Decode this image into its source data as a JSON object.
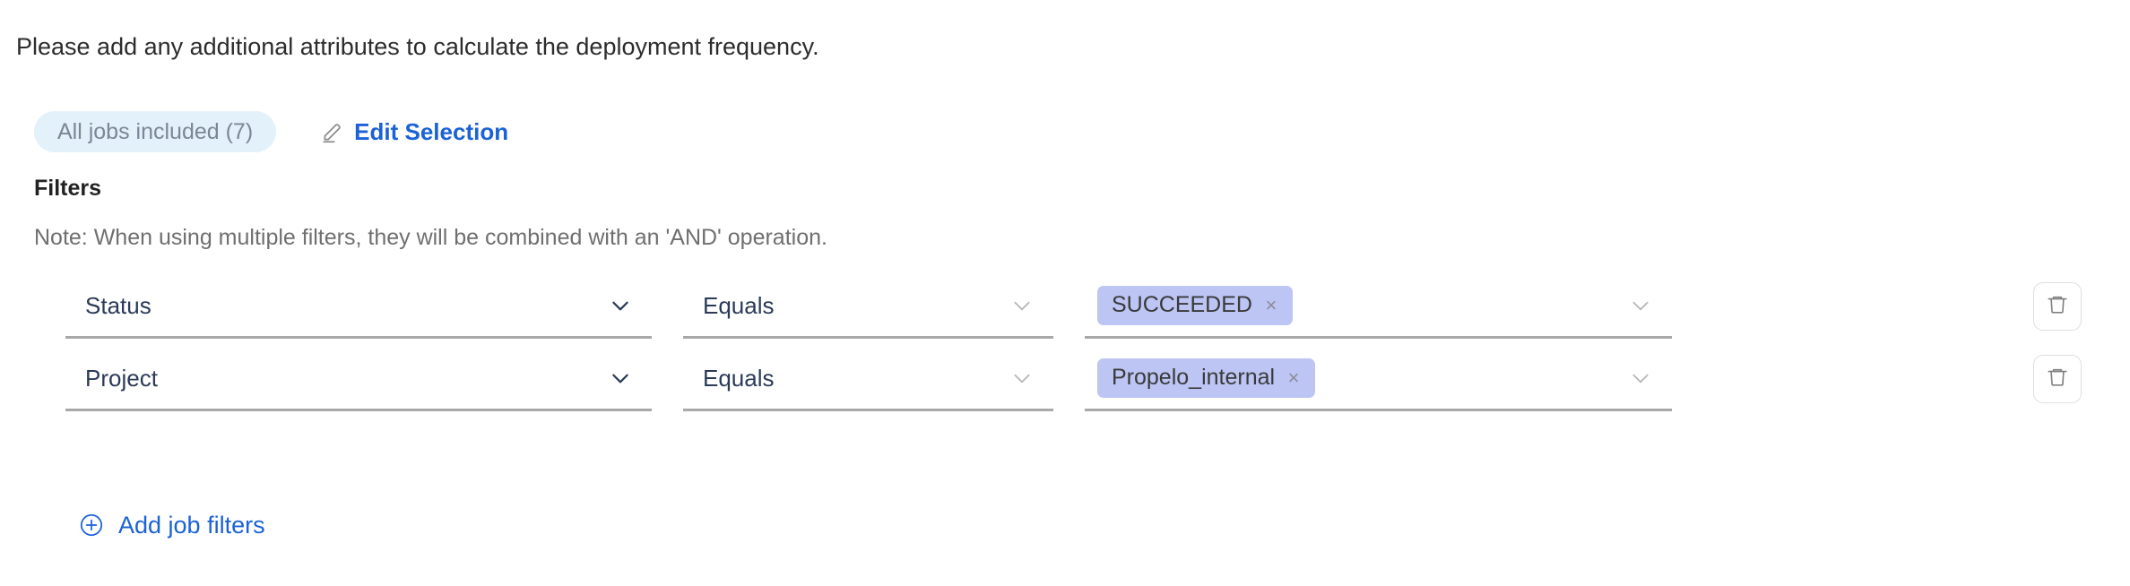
{
  "intro": {
    "text": "Please add any additional attributes to calculate the deployment frequency."
  },
  "selection": {
    "jobs_chip_label": "All jobs included (7)",
    "edit_label": "Edit Selection",
    "pencil_icon": "pencil-icon"
  },
  "filters": {
    "title": "Filters",
    "note": "Note: When using multiple filters, they will be combined with an 'AND' operation.",
    "rows": [
      {
        "attribute": "Status",
        "operator": "Equals",
        "values": [
          "SUCCEEDED"
        ],
        "remove_value_icon": "×",
        "attribute_chevron": "chevron-down-icon",
        "operator_chevron": "chevron-down-icon",
        "value_chevron": "chevron-down-icon",
        "delete_icon": "trash-icon"
      },
      {
        "attribute": "Project",
        "operator": "Equals",
        "values": [
          "Propelo_internal"
        ],
        "remove_value_icon": "×",
        "attribute_chevron": "chevron-down-icon",
        "operator_chevron": "chevron-down-icon",
        "value_chevron": "chevron-down-icon",
        "delete_icon": "trash-icon"
      }
    ],
    "add_label": "Add job filters",
    "add_icon": "plus-circle-icon"
  },
  "colors": {
    "link": "#1a62d6",
    "jobs_chip_bg": "#e3f1fb",
    "jobs_chip_text": "#7b8794",
    "token_bg": "#bcc5f4",
    "field_text": "#2b3a57",
    "underline": "#a8a8a8",
    "note_text": "#6f6f6f"
  }
}
